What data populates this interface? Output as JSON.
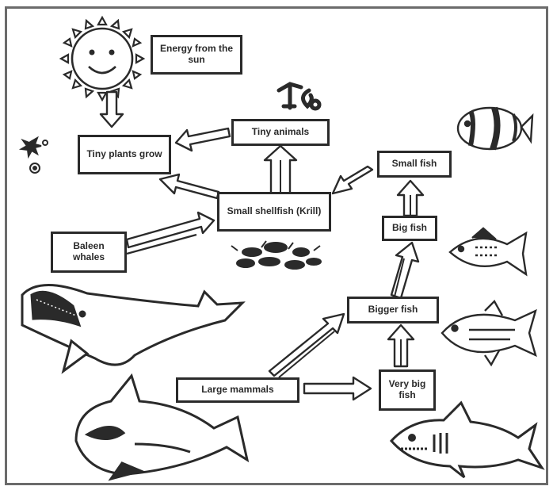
{
  "labels": {
    "energy": "Energy from the sun",
    "tiny_plants": "Tiny plants grow",
    "tiny_animals": "Tiny animals",
    "small_shellfish": "Small shellfish (Krill)",
    "baleen_whales": "Baleen whales",
    "small_fish": "Small fish",
    "big_fish": "Big fish",
    "bigger_fish": "Bigger fish",
    "very_big_fish": "Very big fish",
    "large_mammals": "Large mammals"
  },
  "colors": {
    "ink": "#2a2a2a",
    "frame": "#6b6b6b",
    "fill": "#ffffff"
  },
  "icons": [
    "sun-icon",
    "plankton-icon",
    "tiny-animals-icon",
    "krill-icon",
    "clownfish-icon",
    "small-fish-icon",
    "tuna-icon",
    "whale-icon",
    "orca-icon",
    "shark-icon"
  ]
}
